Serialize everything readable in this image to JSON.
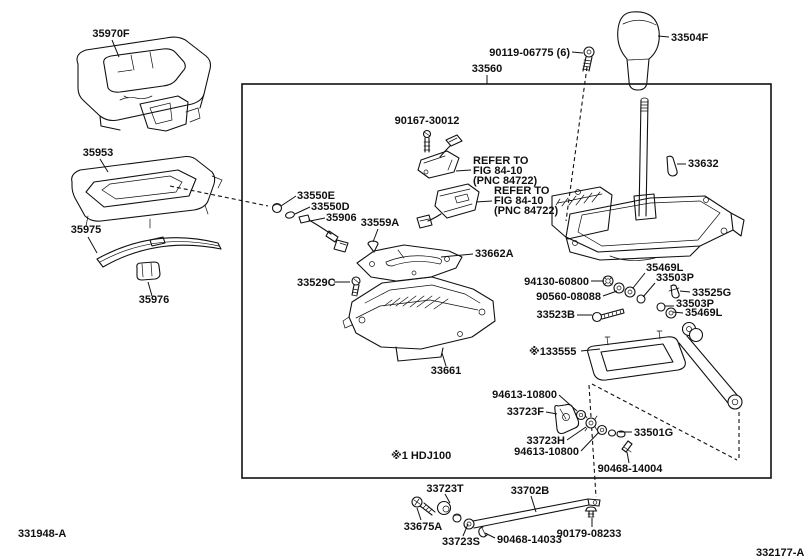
{
  "colors": {
    "ink": "#111111",
    "background": "#ffffff"
  },
  "footer": {
    "left": "331948-A",
    "right": "332177-A"
  },
  "notes": {
    "variant": "※1 HDJ100"
  },
  "refer_note": {
    "line1": "REFER TO",
    "line2": "FIG 84-10",
    "line3": "(PNC 84722)"
  },
  "parts": {
    "p35970F": "35970F",
    "p35953": "35953",
    "p35975": "35975",
    "p35976": "35976",
    "p33560": "33560",
    "p33504F": "33504F",
    "p90119": "90119-06775 (6)",
    "p90167": "90167-30012",
    "p33550E": "33550E",
    "p33550D": "33550D",
    "p35906": "35906",
    "p33559A": "33559A",
    "p33662A": "33662A",
    "p33529C": "33529C",
    "p33661": "33661",
    "p33632": "33632",
    "p94130": "94130-60800",
    "p90560": "90560-08088",
    "p33523B": "33523B",
    "p35469L": "35469L",
    "p33503P": "33503P",
    "p33525G": "33525G",
    "p133555": "※133555",
    "p94613": "94613-10800",
    "p33723F": "33723F",
    "p33723H": "33723H",
    "p33501G": "33501G",
    "p90468_14004": "90468-14004",
    "p33723T": "33723T",
    "p33702B": "33702B",
    "p33675A": "33675A",
    "p33723S": "33723S",
    "p90468_14033": "90468-14033",
    "p90179": "90179-08233"
  }
}
